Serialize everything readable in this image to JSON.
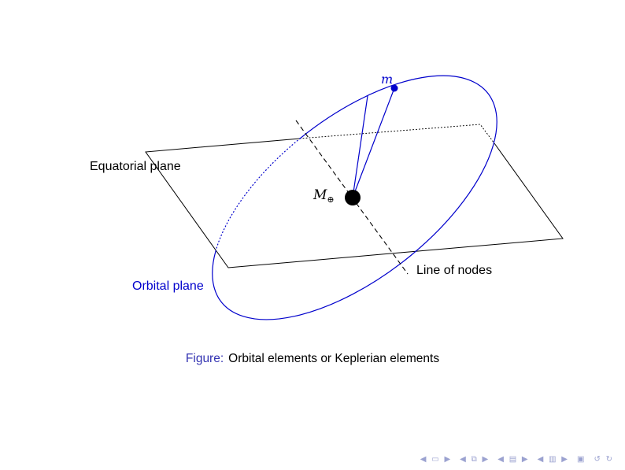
{
  "colors": {
    "diagram_blue": "#0000cc",
    "structure_blue": "#3333b2",
    "plane_black": "#000000",
    "nav_gray": "#9ba2d0"
  },
  "labels": {
    "equatorial_plane": "Equatorial plane",
    "orbital_plane": "Orbital plane",
    "line_of_nodes": "Line of nodes",
    "central_mass_main": "M",
    "central_mass_sub": "⊕",
    "orbiting_mass": "m"
  },
  "caption": {
    "prefix": "Figure:",
    "text": "Orbital elements or Keplerian elements"
  },
  "nav": {
    "groups": [
      "◀ ▭ ▶",
      "◀ ⧉ ▶",
      "◀ ▤ ▶",
      "◀ ▥ ▶",
      "▣",
      "↺ ↻"
    ]
  }
}
